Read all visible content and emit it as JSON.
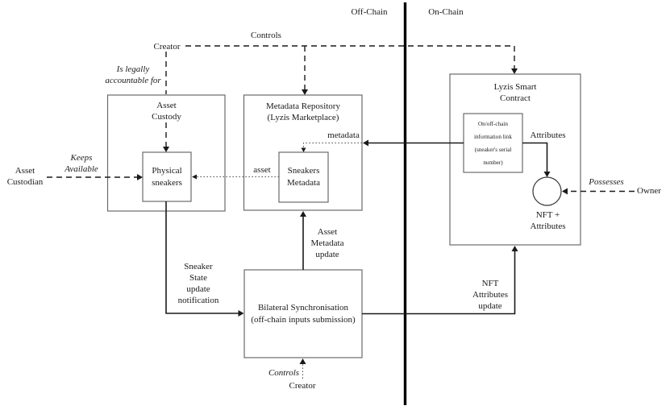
{
  "chain": {
    "off": "Off-Chain",
    "on": "On-Chain"
  },
  "actors": {
    "creator_top": "Creator",
    "creator_bottom": "Creator",
    "asset_custodian": "Asset\nCustodian",
    "owner": "Owner"
  },
  "boxes": {
    "asset_custody": "Asset\nCustody",
    "physical_sneakers": "Physical\nsneakers",
    "metadata_repository": "Metadata Repository\n(Lyzis Marketplace)",
    "sneakers_metadata": "Sneakers\nMetadata",
    "lyzis_smart_contract": "Lyzis Smart\nContract",
    "info_link": "On/off-chain\ninformation link\n(sneaker's serial\nnumber)",
    "bilateral_sync": "Bilateral Synchronisation\n(off-chain inputs submission)",
    "nft_attributes": "NFT +\nAttributes"
  },
  "edge_labels": {
    "controls_top": "Controls",
    "is_legally": "Is legally\naccountable for",
    "keeps_available": "Keeps\nAvailable",
    "metadata": "metadata",
    "asset": "asset",
    "attributes": "Attributes",
    "possesses": "Possesses",
    "sneaker_state": "Sneaker\nState\nupdate\nnotification",
    "asset_metadata_update": "Asset\nMetadata\nupdate",
    "nft_attributes_update": "NFT\nAttributes\nupdate",
    "controls_bottom": "Controls"
  },
  "colors": {
    "background": "#ffffff",
    "box_border": "#6b6b6b",
    "line": "#1a1a1a",
    "dotted_line": "#555555",
    "text": "#111111"
  }
}
